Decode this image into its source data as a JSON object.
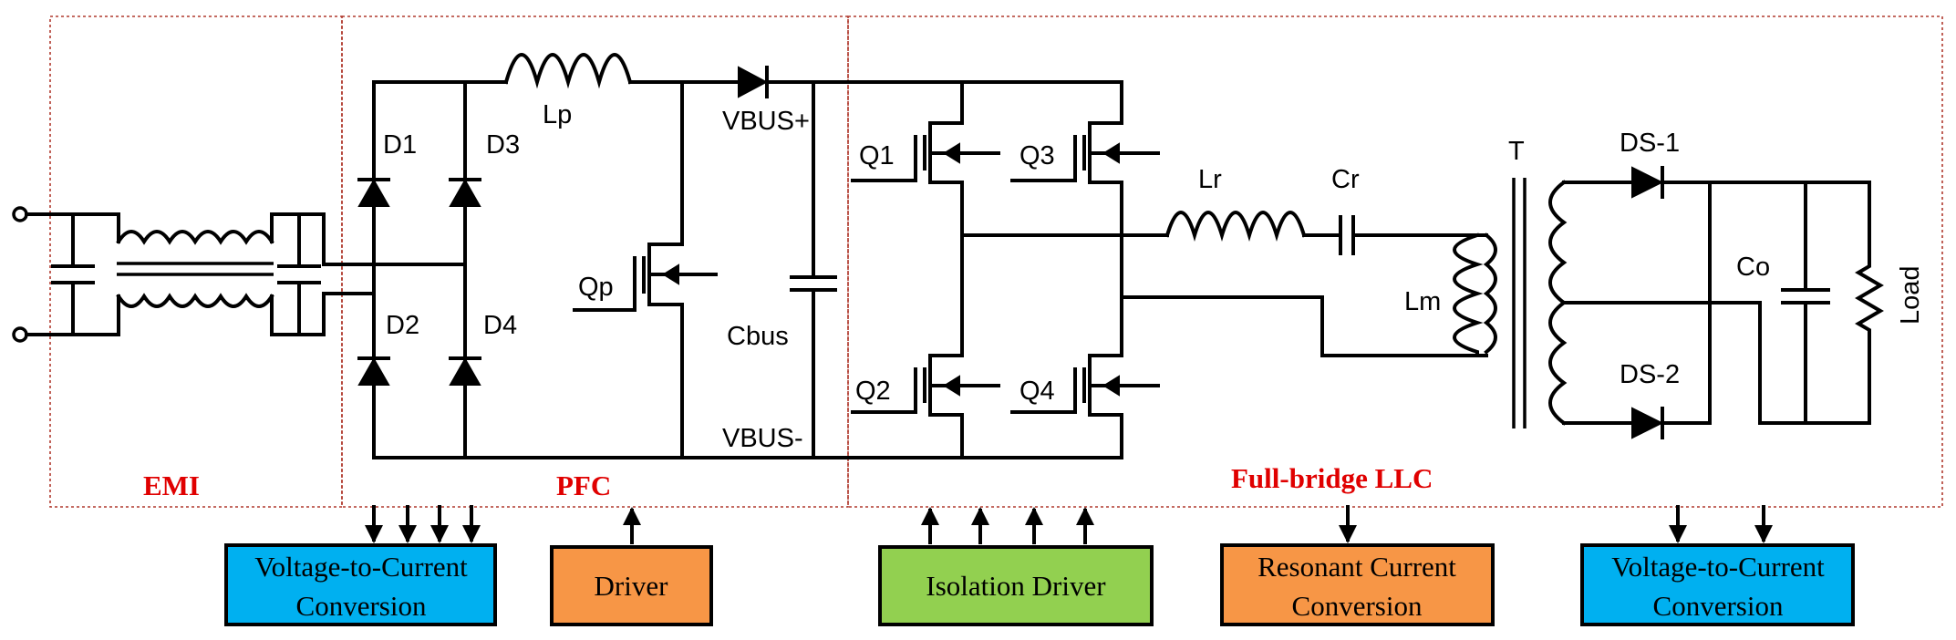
{
  "sections": {
    "emi": "EMI",
    "pfc": "PFC",
    "llc": "Full-bridge LLC"
  },
  "components": {
    "d1": "D1",
    "d2": "D2",
    "d3": "D3",
    "d4": "D4",
    "lp": "Lp",
    "qp": "Qp",
    "vbus_plus": "VBUS+",
    "vbus_minus": "VBUS-",
    "cbus": "Cbus",
    "q1": "Q1",
    "q2": "Q2",
    "q3": "Q3",
    "q4": "Q4",
    "lr": "Lr",
    "cr": "Cr",
    "lm": "Lm",
    "t": "T",
    "ds1": "DS-1",
    "ds2": "DS-2",
    "co": "Co",
    "load": "Load"
  },
  "blocks": {
    "vtoc_left": {
      "line1": "Voltage-to-Current",
      "line2": "Conversion",
      "color": "#00b0f0"
    },
    "driver": {
      "line1": "Driver",
      "color": "#f79646"
    },
    "isolation_driver": {
      "line1": "Isolation Driver",
      "color": "#92d050"
    },
    "resonant": {
      "line1": "Resonant Current",
      "line2": "Conversion",
      "color": "#f79646"
    },
    "vtoc_right": {
      "line1": "Voltage-to-Current",
      "line2": "Conversion",
      "color": "#00b0f0"
    }
  }
}
